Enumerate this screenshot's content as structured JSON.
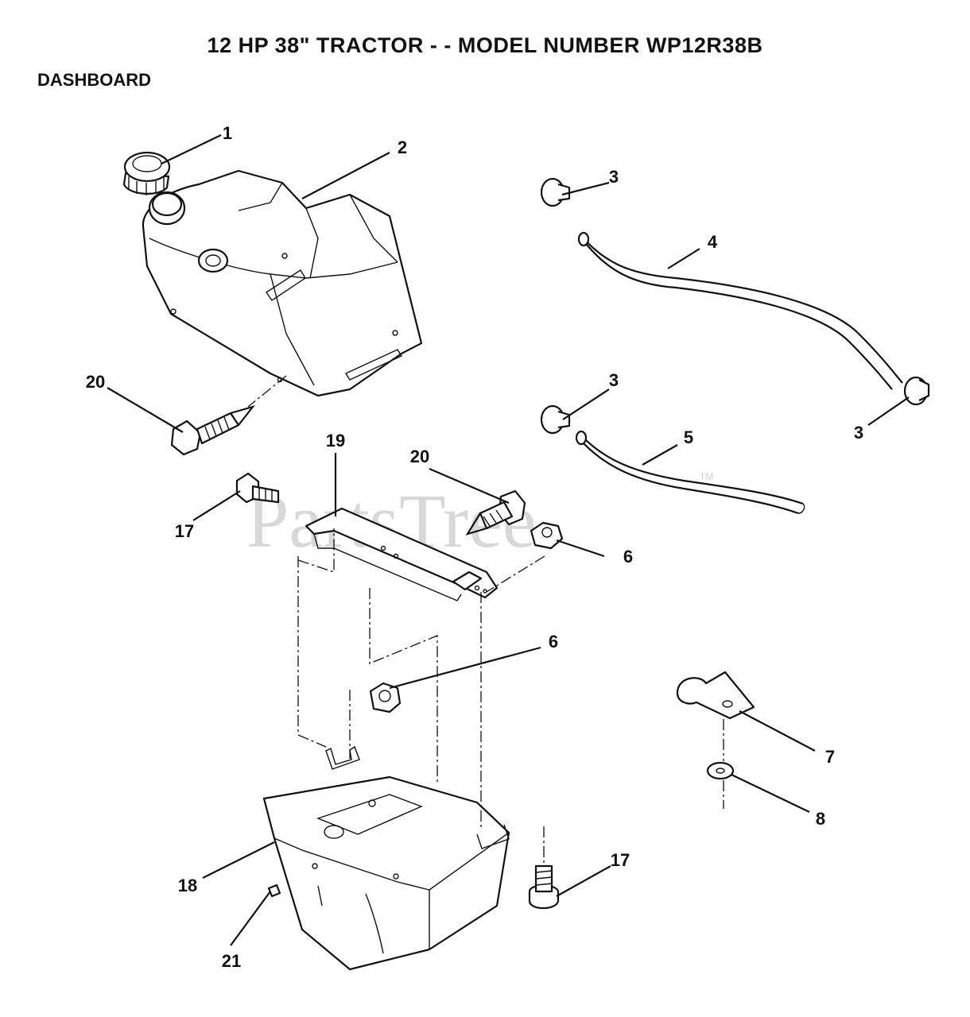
{
  "header": {
    "title": "12 HP 38\" TRACTOR - - MODEL NUMBER WP12R38B",
    "section": "DASHBOARD"
  },
  "watermark": {
    "text": "PartsTree",
    "tm": "TM"
  },
  "callouts": {
    "c1": "1",
    "c2": "2",
    "c3a": "3",
    "c3b": "3",
    "c3c": "3",
    "c4": "4",
    "c5": "5",
    "c6a": "6",
    "c6b": "6",
    "c7": "7",
    "c8": "8",
    "c17a": "17",
    "c17b": "17",
    "c18": "18",
    "c19": "19",
    "c20a": "20",
    "c20b": "20",
    "c21": "21"
  }
}
